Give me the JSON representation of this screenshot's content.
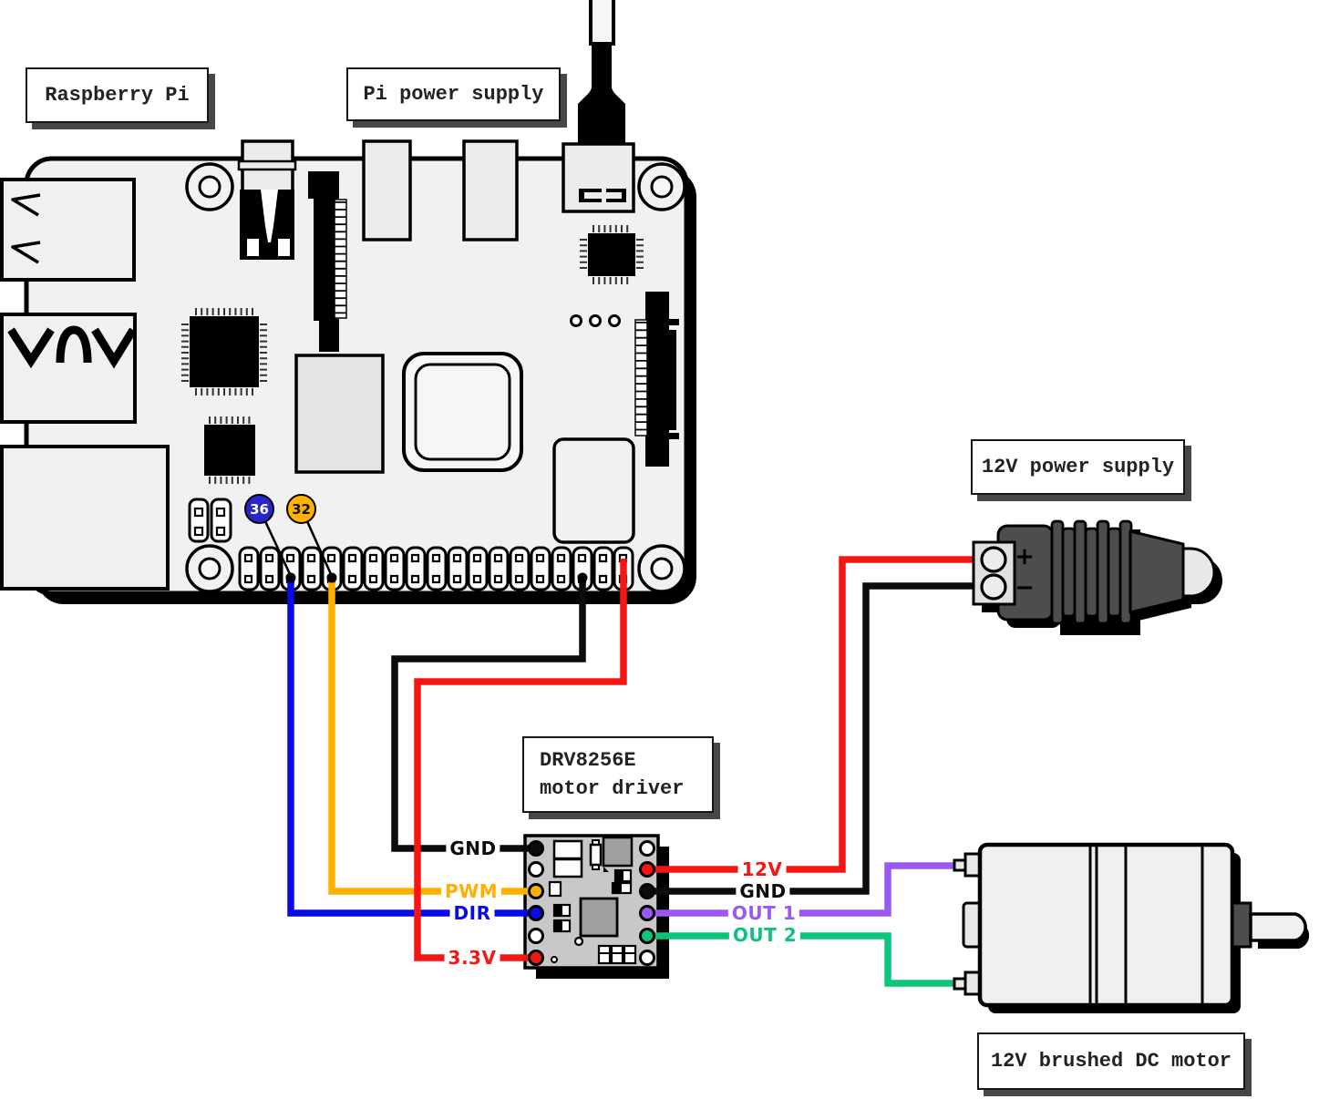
{
  "diagram": {
    "boxes": {
      "raspberry_pi": "Raspberry Pi",
      "pi_power_supply": "Pi power supply",
      "supply_12v": "12V power supply",
      "driver_line1": "DRV8256E",
      "driver_line2": "motor driver",
      "motor": "12V brushed DC motor"
    },
    "gpio_badges": [
      {
        "pin": "36",
        "color": "#2626c9"
      },
      {
        "pin": "32",
        "color": "#ffb300"
      }
    ],
    "driver_pins_left": [
      {
        "label": "GND",
        "color": "#0c0c0c"
      },
      {
        "label": "PWM",
        "color": "#ffaf00"
      },
      {
        "label": "DIR",
        "color": "#0a0ae6"
      },
      {
        "label": "3.3V",
        "color": "#f51515"
      }
    ],
    "driver_pins_right": [
      {
        "label": "12V",
        "color": "#f51515"
      },
      {
        "label": "GND",
        "color": "#0c0c0c"
      },
      {
        "label": "OUT 1",
        "color": "#9a59f2"
      },
      {
        "label": "OUT 2",
        "color": "#0cc57d"
      }
    ],
    "supply_terminals": {
      "positive": "+",
      "negative": "−"
    },
    "colors": {
      "wire_black": "#0c0c0c",
      "wire_red": "#f51515",
      "wire_orange": "#ffaf00",
      "wire_blue": "#0a0ae6",
      "wire_purple": "#9a59f2",
      "wire_green": "#0cc57d"
    }
  }
}
